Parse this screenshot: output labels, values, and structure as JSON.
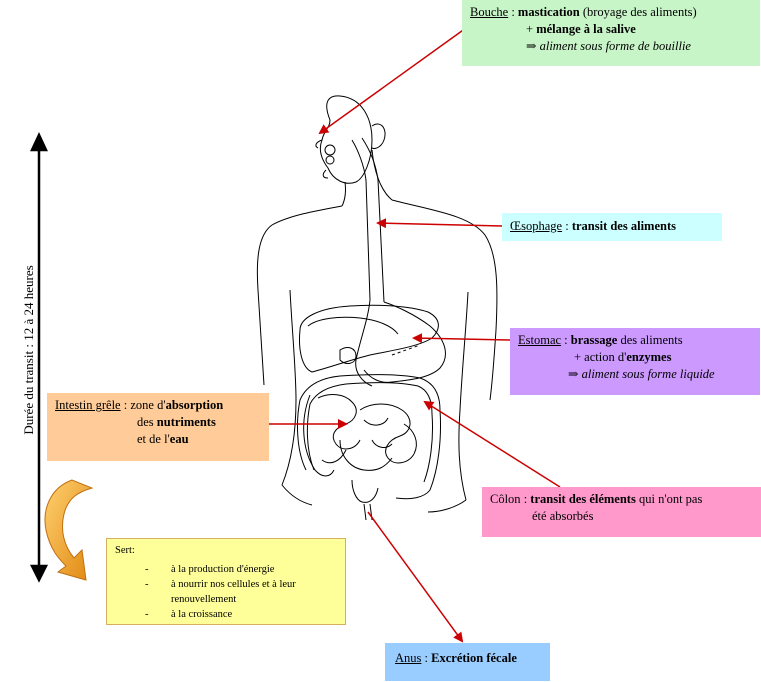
{
  "bouche": {
    "label": "Bouche",
    "sep": " : ",
    "bold1": "mastication",
    "rest1": " (broyage des aliments)",
    "plus2": "+ ",
    "bold2": "mélange à la salive",
    "arrow3": "⇒ ",
    "italic3": "aliment sous forme de bouillie"
  },
  "oesophage": {
    "label": "Œsophage",
    "sep": " : ",
    "bold1": "transit des aliments"
  },
  "estomac": {
    "label": "Estomac",
    "sep": " : ",
    "bold1": "brassage",
    "rest1": " des aliments",
    "plus2": "+ action d'",
    "bold2": "enzymes",
    "arrow3": "⇒ ",
    "italic3": "aliment sous forme liquide"
  },
  "intestin": {
    "label": "Intestin grêle",
    "sep": " : ",
    "text1": "zone d'",
    "bold1": "absorption",
    "text2": "des ",
    "bold2": "nutriments",
    "text3": "et de l'",
    "bold3": "eau"
  },
  "colon": {
    "label": "Côlon",
    "sep": " : ",
    "bold1": "transit des éléments",
    "rest1": " qui n'ont pas",
    "rest2": "été absorbés"
  },
  "sert": {
    "title": "Sert:",
    "items": [
      "à la production d'énergie",
      "à nourrir nos cellules et à leur renouvellement",
      "à la croissance"
    ]
  },
  "anus": {
    "label": "Anus",
    "sep": " : ",
    "bold1": "Excrétion fécale"
  },
  "duree": {
    "label": "Durée du transit : 12 à 24 heures"
  },
  "colors": {
    "arrow_red": "#cc0000",
    "curved_arrow_orange": "#f0a020",
    "bouche_bg": "#c8f5c8",
    "oesophage_bg": "#ccffff",
    "estomac_bg": "#cc99ff",
    "intestin_bg": "#ffcc99",
    "colon_bg": "#ff99cc",
    "sert_bg": "#ffff99",
    "anus_bg": "#99ccff"
  }
}
